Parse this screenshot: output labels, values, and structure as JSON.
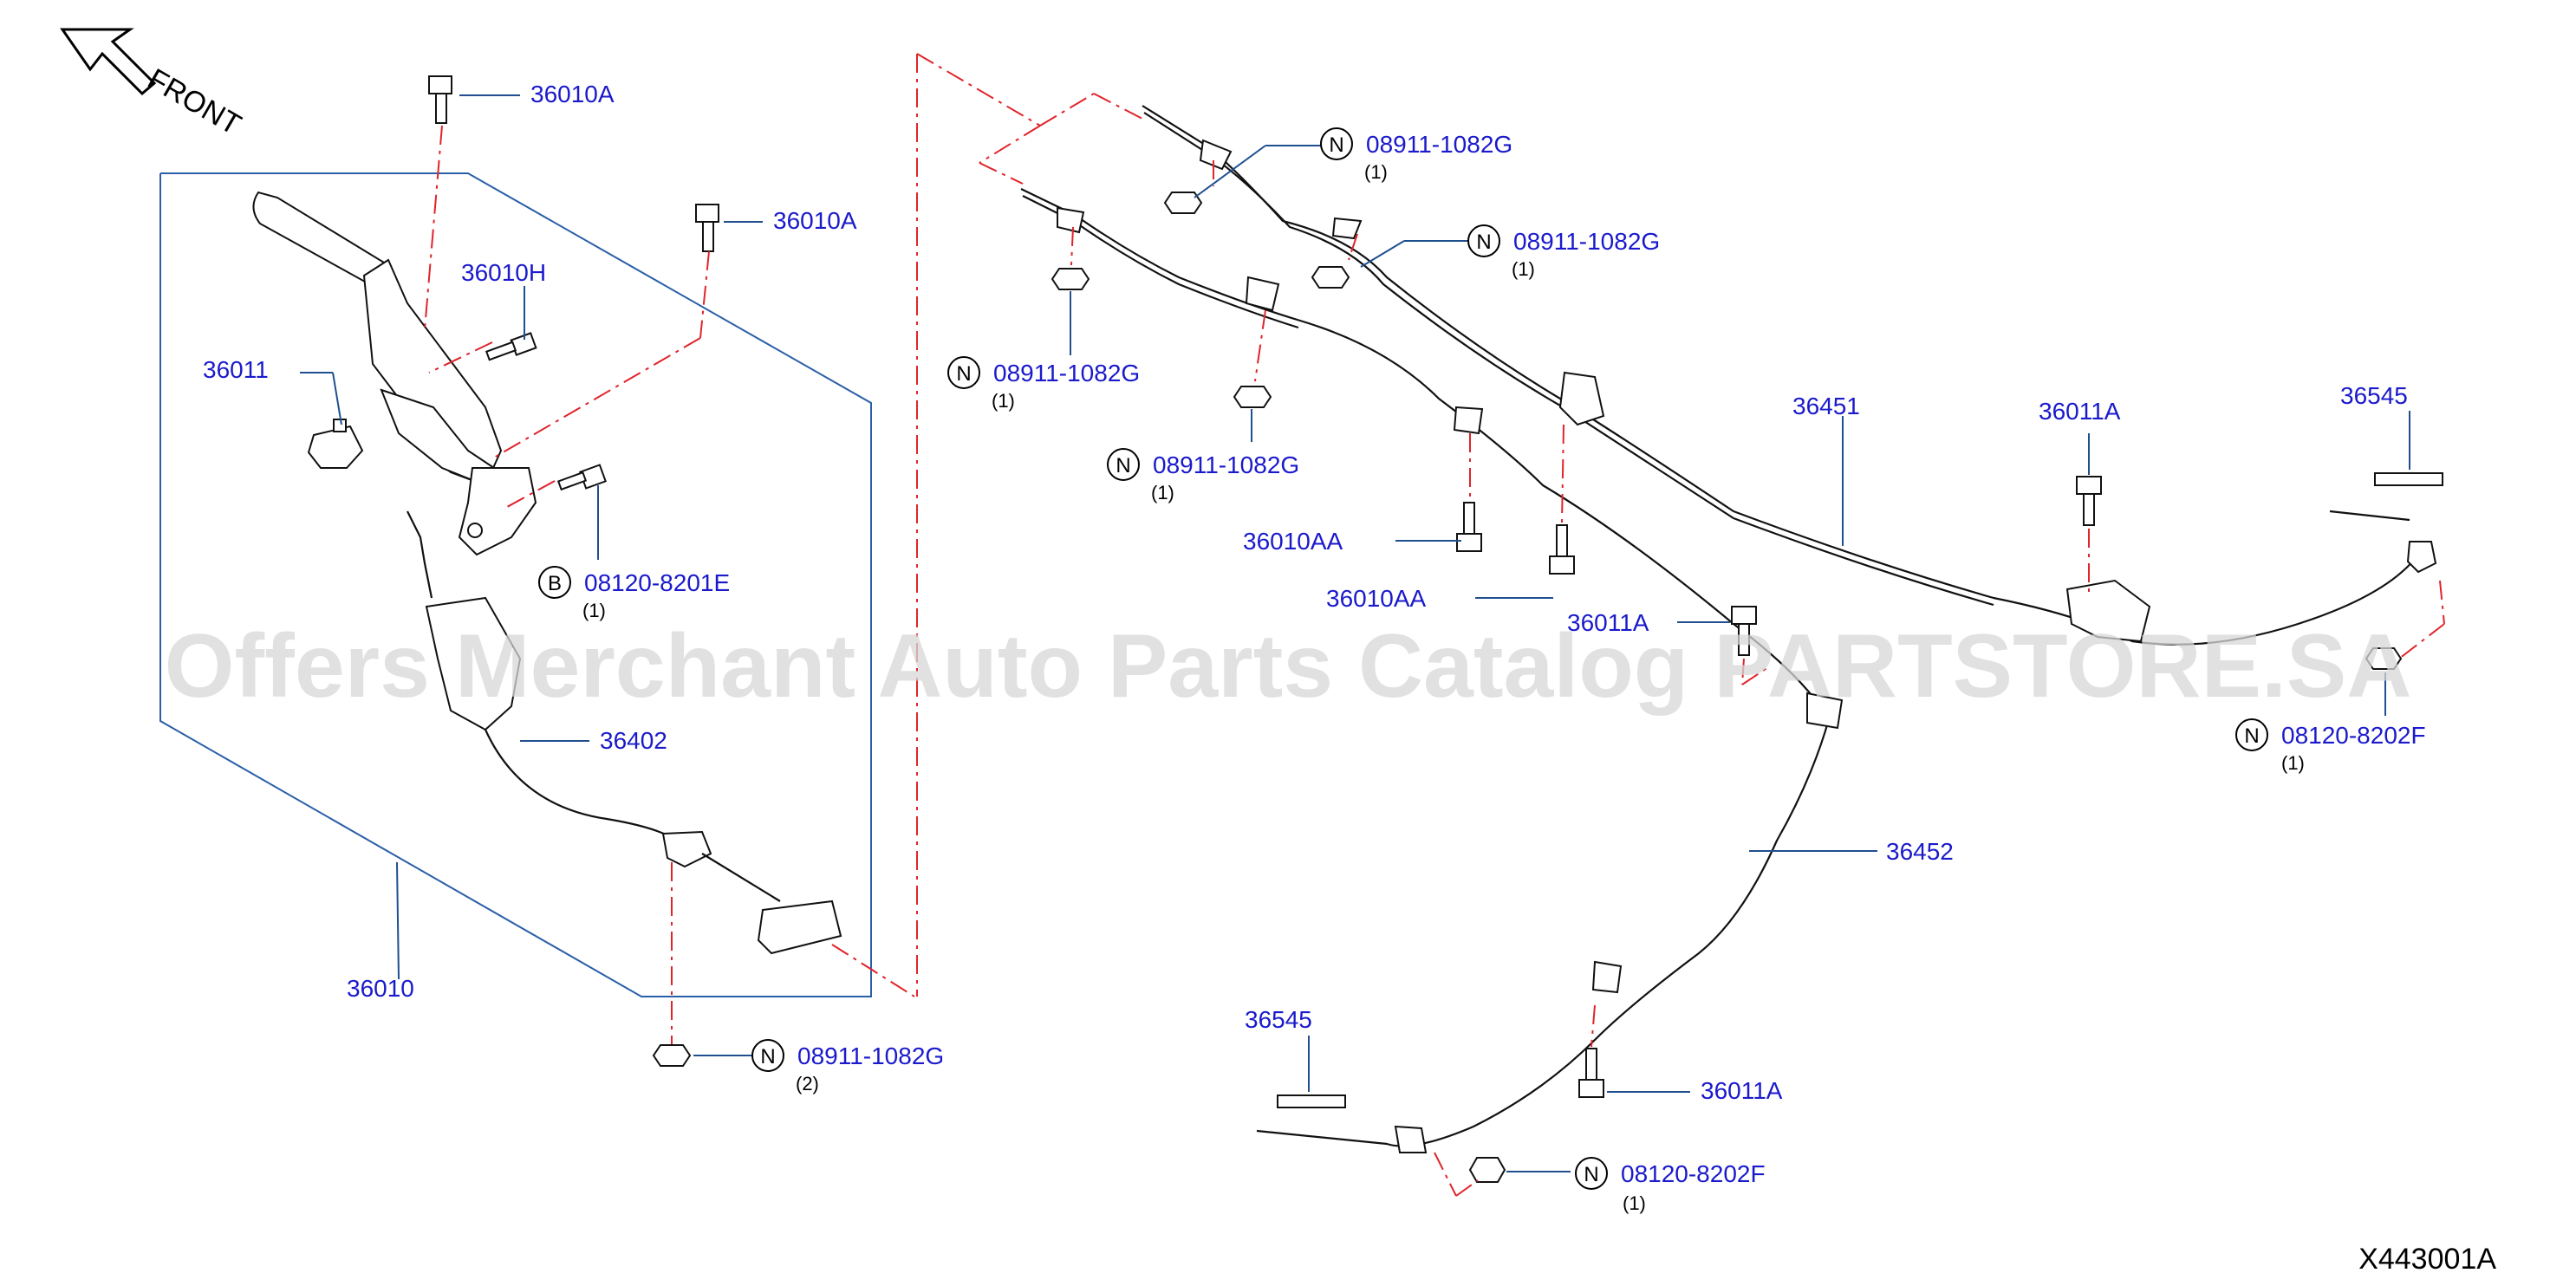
{
  "front_label": "FRONT",
  "diagram_code": "X443001A",
  "watermark": "Offers Merchant Auto Parts Catalog PARTSTORE.SA",
  "labels": {
    "p36010A_a": "36010A",
    "p36010A_b": "36010A",
    "p36010H": "36010H",
    "p36011": "36011",
    "p08120_8201E": "08120-8201E",
    "p36402": "36402",
    "p36010": "36010",
    "p08911_left": "08911-1082G",
    "p08911_t1": "08911-1082G",
    "p08911_t2": "08911-1082G",
    "p08911_t3": "08911-1082G",
    "p08911_t4": "08911-1082G",
    "p36010AA_a": "36010AA",
    "p36010AA_b": "36010AA",
    "p36011A_mid": "36011A",
    "p36451": "36451",
    "p36011A_top": "36011A",
    "p36545_top": "36545",
    "p08120_8202F_top": "08120-8202F",
    "p36452": "36452",
    "p36545_bot": "36545",
    "p36011A_bot": "36011A",
    "p08120_8202F_bot": "08120-8202F"
  },
  "quantities": {
    "q08120_8201E": "(1)",
    "q08911_left": "(2)",
    "q08911_t1": "(1)",
    "q08911_t2": "(1)",
    "q08911_t3": "(1)",
    "q08911_t4": "(1)",
    "q08120_8202F_top": "(1)",
    "q08120_8202F_bot": "(1)"
  },
  "markers": {
    "n": "N",
    "b": "B"
  },
  "colors": {
    "label": "#1a1acc",
    "leader": "#1f4f8f",
    "phantom": "#e0242b"
  }
}
